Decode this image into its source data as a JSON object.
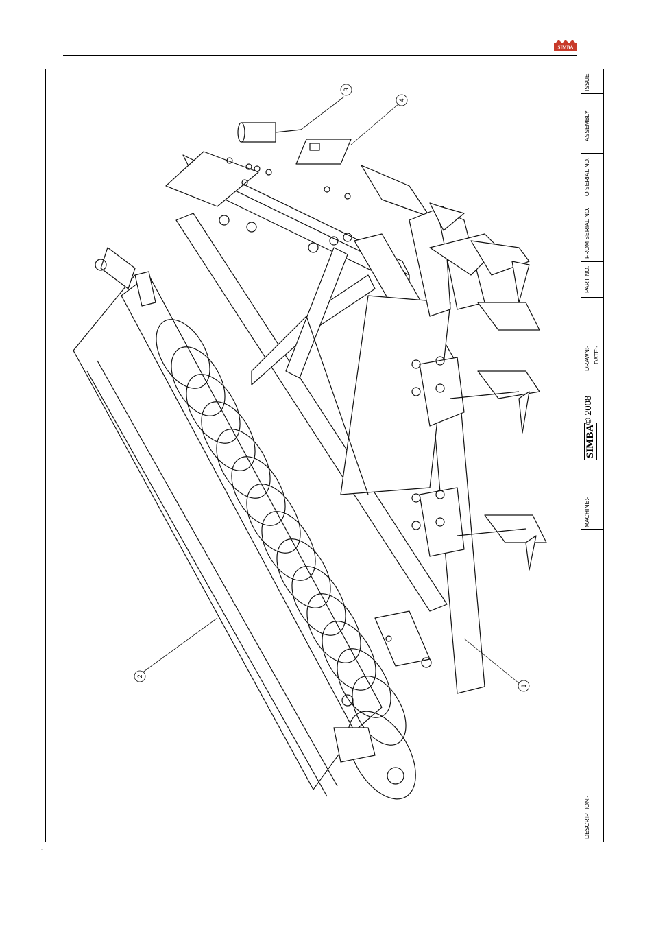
{
  "logo": {
    "text": "SIMBA",
    "color": "#c83a2a"
  },
  "callouts": [
    {
      "number": "1"
    },
    {
      "number": "2"
    },
    {
      "number": "3"
    },
    {
      "number": "4"
    }
  ],
  "title_block": {
    "description_label": "DESCRIPTION:-",
    "machine_label": "MACHINE:-",
    "brand": "SIMBA",
    "copyright": "© 2008",
    "drawn_label": "DRAWN:-",
    "date_label": "DATE:-",
    "part_no_label": "PART NO.",
    "from_serial_label": "FROM SERIAL NO.",
    "to_serial_label": "TO SERIAL NO.",
    "assembly_label": "ASSEMBLY",
    "issue_label": "ISSUE"
  }
}
